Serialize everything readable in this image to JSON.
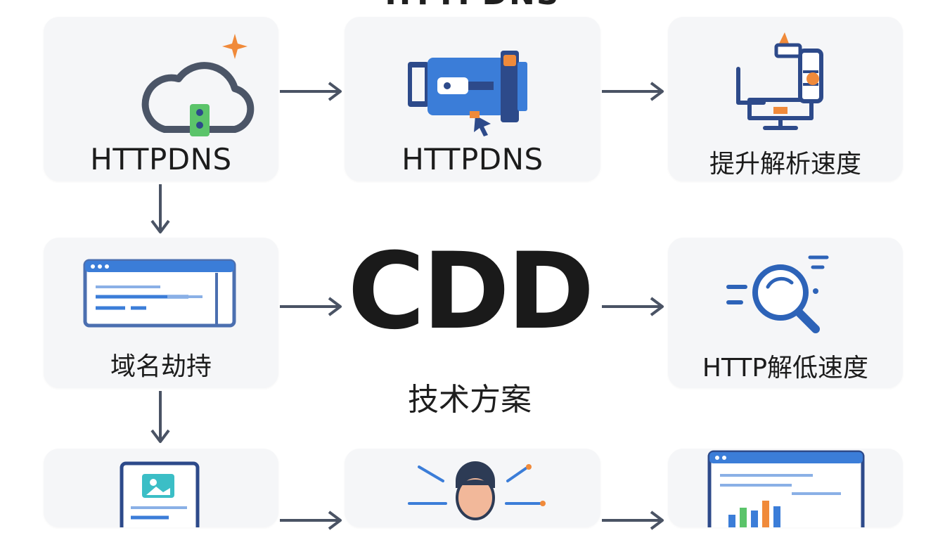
{
  "header": {
    "title": "HTTPDNS"
  },
  "center": {
    "main": "CDD",
    "sub": "技术方案"
  },
  "cards": {
    "httpdns_cloud": {
      "label": "HTTPDNS"
    },
    "httpdns_device": {
      "label": "HTTPDNS"
    },
    "speed_up": {
      "label": "提升解析速度"
    },
    "hijack": {
      "label": "域名劫持"
    },
    "http_speed": {
      "label": "HTTP解低速度"
    }
  },
  "colors": {
    "card_bg": "#f5f6f8",
    "arrow": "#4a5364",
    "blue": "#3b7dd8",
    "dark_blue": "#2d4a8a",
    "orange": "#f08a3a",
    "green": "#5bc46a",
    "slate": "#4b5567"
  },
  "icons": [
    "cloud-icon",
    "sparkle-icon",
    "network-device-icon",
    "robot-arm-icon",
    "browser-window-icon",
    "magnifier-icon",
    "document-icon",
    "person-icon",
    "chart-window-icon"
  ]
}
